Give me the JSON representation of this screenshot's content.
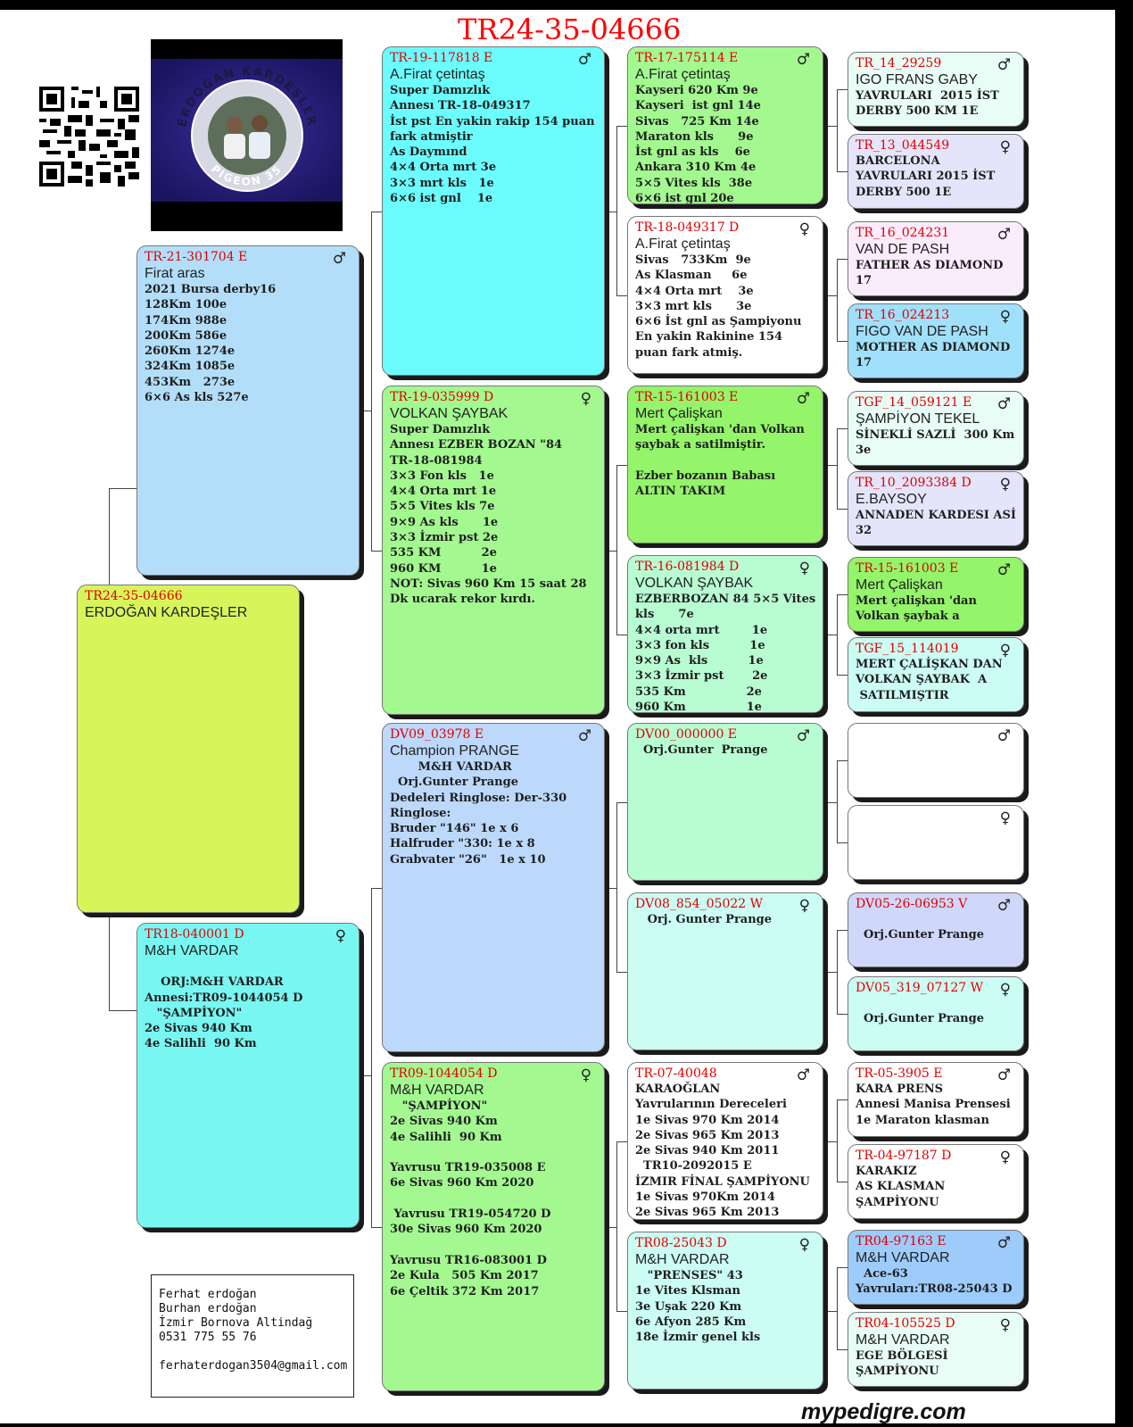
{
  "header": {
    "title": "TR24-35-04666"
  },
  "logo": {
    "top_text": "ERDOĞAN KARDEŞLER",
    "bottom_text": "PIGEON 35"
  },
  "colors": {
    "subject": "#d7f55b",
    "sire": "#b3def9",
    "dam": "#78f7f2",
    "cyan": "#6bfdfe",
    "green": "#a3f990",
    "lime": "#94f46a",
    "mint": "#b8fcd2",
    "lightblue": "#bcd9fb",
    "aqua": "#cbfdf3",
    "white": "#ffffff",
    "lavender": "#e4e5fb",
    "pink": "#fbecfd",
    "sky": "#a0e0fb",
    "periwinkle": "#cfd7fb",
    "blue": "#9dccfb",
    "ice": "#e8fdf5"
  },
  "cards": {
    "subject": {
      "ring": "TR24-35-04666",
      "sex": "",
      "name": "ERDOĞAN KARDEŞLER",
      "lines": ""
    },
    "sire": {
      "ring": "TR-21-301704  E",
      "sex": "♂",
      "name": "Firat aras",
      "lines": "2021 Bursa derby16\n128Km 100e\n174Km 988e\n200Km 586e\n260Km 1274e\n324Km 1085e\n453Km   273e\n6×6 As kls 527e"
    },
    "dam": {
      "ring": "TR18-040001  D",
      "sex": "♀",
      "name": "M&H VARDAR",
      "lines": "\n    ORJ:M&H VARDAR\nAnnesi:TR09-1044054 D\n   \"ŞAMPİYON\"\n2e Sivas 940 Km\n4e Salihli  90 Km"
    },
    "ss": {
      "ring": "TR-19-117818  E",
      "sex": "♂",
      "name": "A.Firat çetintaş",
      "lines": "Super Damızlık\nAnnesı TR-18-049317\nİst pst En yakin rakip 154 puan\nfark atmiştir\nAs Daymınd\n4×4 Orta mrt 3e\n3×3 mrt kls   1e\n6×6 ist gnl    1e"
    },
    "sd": {
      "ring": "TR-19-035999  D",
      "sex": "♀",
      "name": "VOLKAN ŞAYBAK",
      "lines": "Super Damızlık\nAnnesı EZBER BOZAN \"84\nTR-18-081984\n3×3 Fon kls   1e\n4×4 Orta mrt 1e\n5×5 Vites kls 7e\n9×9 As kls      1e\n3×3 İzmir pst 2e\n535 KM          2e\n960 KM          1e\nNOT: Sivas 960 Km 15 saat 28\nDk ucarak rekor kırdı."
    },
    "ds": {
      "ring": "DV09_03978  E",
      "sex": "♂",
      "name": "Champion PRANGE",
      "lines": "       M&H VARDAR\n  Orj.Gunter Prange\nDedeleri Ringlose: Der-330\nRinglose:\nBruder \"146\" 1e x 6\nHalfruder \"330: 1e x 8\nGrabvater \"26\"   1e x 10"
    },
    "dd": {
      "ring": "TR09-1044054  D",
      "sex": "♀",
      "name": "M&H VARDAR",
      "lines": "   \"ŞAMPİYON\"\n2e Sivas 940 Km\n4e Salihli  90 Km\n\nYavrusu TR19-035008 E\n6e Sivas 960 Km 2020\n\n Yavrusu TR19-054720 D\n30e Sivas 960 Km 2020\n\nYavrusu TR16-083001 D\n2e Kula   505 Km 2017\n6e Çeltik 372 Km 2017"
    },
    "sss": {
      "ring": "TR-17-175114  E",
      "sex": "♂",
      "name": "A.Firat çetintaş",
      "lines": "Kayseri 620 Km 9e\nKayseri  ist gnl 14e\nSivas   725 Km 14e\nMaraton kls      9e\nİst gnl as kls    6e\nAnkara 310 Km 4e\n5×5 Vites kls  38e\n6×6 ist gnl 20e"
    },
    "ssd": {
      "ring": "TR-18-049317  D",
      "sex": "♀",
      "name": "A.Firat çetintaş",
      "lines": "Sivas   733Km  9e\nAs Klasman     6e\n4×4 Orta mrt    3e\n3×3 mrt kls      3e\n6×6 İst gnl as Şampiyonu\nEn yakin Rakinine 154\npuan fark atmiş."
    },
    "sds": {
      "ring": "TR-15-161003  E",
      "sex": "♂",
      "name": "Mert Çalişkan",
      "lines": "Mert çalişkan 'dan Volkan\nşaybak a satilmiştir.\n\nEzber bozanın Babası\nALTIN TAKIM"
    },
    "sdd": {
      "ring": "TR-16-081984  D",
      "sex": "♀",
      "name": "VOLKAN ŞAYBAK",
      "lines": "EZBERBOZAN 84 5×5 Vites\nkls      7e\n4×4 orta mrt        1e\n3×3 fon kls          1e\n9×9 As  kls          1e\n3×3 İzmir pst       2e\n535 Km               2e\n960 Km               1e"
    },
    "dss": {
      "ring": "DV00_000000  E",
      "sex": "♂",
      "name": "",
      "lines": "  Orj.Gunter  Prange"
    },
    "dsd": {
      "ring": "DV08_854_05022  W",
      "sex": "♀",
      "name": "",
      "lines": "   Orj. Gunter Prange"
    },
    "dds": {
      "ring": "TR-07-40048",
      "sex": "♂",
      "name": "",
      "lines": "KARAOĞLAN\nYavrularının Dereceleri\n1e Sivas 970 Km 2014\n2e Sivas 965 Km 2013\n2e Sivas 940 Km 2011\n  TR10-2092015 E\nİZMIR FİNAL ŞAMPİYONU\n1e Sivas 970Km 2014\n2e Sivas 965 Km 2013"
    },
    "ddd": {
      "ring": "TR08-25043  D",
      "sex": "♀",
      "name": "M&H VARDAR",
      "lines": "   \"PRENSES\" 43\n1e Vites Klsman\n3e Uşak 220 Km\n6e Afyon 285 Km\n18e İzmir genel kls"
    },
    "g1": {
      "ring": "TR_14_29259",
      "sex": "♂",
      "name": "IGO FRANS GABY",
      "lines": "YAVRULARI  2015 İST\nDERBY 500 KM 1E"
    },
    "g2": {
      "ring": "TR_13_044549",
      "sex": "♀",
      "name": "",
      "lines": "BARCELONA\nYAVRULARI 2015 İST\nDERBY 500 1E"
    },
    "g3": {
      "ring": "TR_16_024231",
      "sex": "♂",
      "name": "VAN DE PASH",
      "lines": "FATHER AS DIAMOND\n17"
    },
    "g4": {
      "ring": "TR_16_024213",
      "sex": "♀",
      "name": "FIGO VAN DE PASH",
      "lines": "MOTHER AS DIAMOND\n17"
    },
    "g5": {
      "ring": "TGF_14_059121  E",
      "sex": "♂",
      "name": "ŞAMPİYON TEKEL",
      "lines": "SİNEKLİ SAZLİ  300 Km\n3e"
    },
    "g6": {
      "ring": "TR_10_2093384  D",
      "sex": "♀",
      "name": "E.BAYSOY",
      "lines": "ANNADEN KARDESI ASİ\n32"
    },
    "g7": {
      "ring": "TR-15-161003  E",
      "sex": "♂",
      "name": "Mert Çalişkan",
      "lines": "Mert çalişkan 'dan\nVolkan şaybak a"
    },
    "g8": {
      "ring": "TGF_15_114019",
      "sex": "♀",
      "name": "",
      "lines": "MERT ÇALİŞKAN DAN\nVOLKAN ŞAYBAK  A\n SATILMIŞTIR"
    },
    "g9": {
      "ring": "",
      "sex": "♂",
      "name": "",
      "lines": ""
    },
    "g10": {
      "ring": "",
      "sex": "♀",
      "name": "",
      "lines": ""
    },
    "g11": {
      "ring": "DV05-26-06953  V",
      "sex": "♂",
      "name": "",
      "lines": "\n  Orj.Gunter Prange"
    },
    "g12": {
      "ring": "DV05_319_07127  W",
      "sex": "♀",
      "name": "",
      "lines": "\n  Orj.Gunter Prange"
    },
    "g13": {
      "ring": "TR-05-3905  E",
      "sex": "♂",
      "name": "",
      "lines": "KARA PRENS\nAnnesi Manisa Prensesi\n1e Maraton klasman"
    },
    "g14": {
      "ring": "TR-04-97187  D",
      "sex": "♀",
      "name": "",
      "lines": "KARAKIZ\nAS KLASMAN\nŞAMPİYONU"
    },
    "g15": {
      "ring": "TR04-97163  E",
      "sex": "♂",
      "name": "M&H VARDAR",
      "lines": "  Ace-63\nYavruları:TR08-25043 D"
    },
    "g16": {
      "ring": "TR04-105525  D",
      "sex": "♀",
      "name": "M&H VARDAR",
      "lines": "EGE BÖLGESİ\nŞAMPİYONU"
    }
  },
  "contact": {
    "lines": "Ferhat erdoğan\nBurhan erdoğan\nİzmir Bornova Altindağ\n0531 775 55 76\n\nferhaterdogan3504@gmail.com"
  },
  "footer": {
    "brand": "mypedigre.com"
  }
}
